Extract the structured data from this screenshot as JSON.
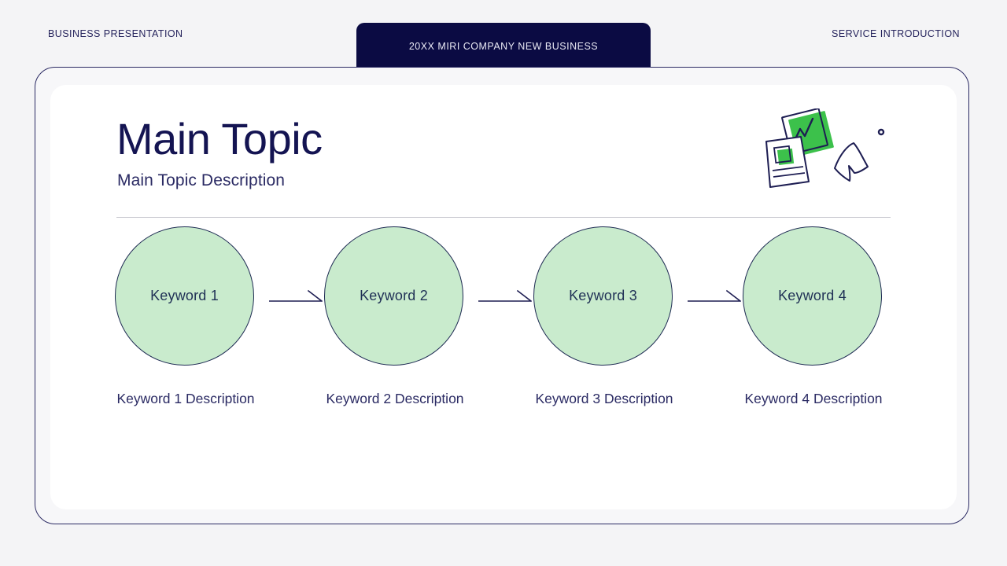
{
  "header": {
    "left_label": "BUSINESS PRESENTATION",
    "right_label": "SERVICE INTRODUCTION",
    "banner_title": "20XX MIRI COMPANY NEW  BUSINESS"
  },
  "slide": {
    "title": "Main Topic",
    "subtitle": "Main Topic Description"
  },
  "flow": {
    "nodes": [
      {
        "label": "Keyword 1",
        "description": "Keyword 1 Description"
      },
      {
        "label": "Keyword 2",
        "description": "Keyword 2 Description"
      },
      {
        "label": "Keyword 3",
        "description": "Keyword 3 Description"
      },
      {
        "label": "Keyword 4",
        "description": "Keyword 4 Description"
      }
    ],
    "connector": "arrow-right"
  },
  "illustration": {
    "name": "documents-chart-illustration",
    "parts": [
      "chart-card",
      "document-sheet",
      "curled-paper",
      "small-dot"
    ]
  },
  "colors": {
    "page_background": "#f4f4f6",
    "card_background": "#ffffff",
    "navy": "#141452",
    "banner_navy": "#0b0b43",
    "circle_fill": "#c9ebcd",
    "circle_stroke": "#1d2a52",
    "accent_green": "#3cc14b",
    "divider": "#c8c8cf"
  }
}
